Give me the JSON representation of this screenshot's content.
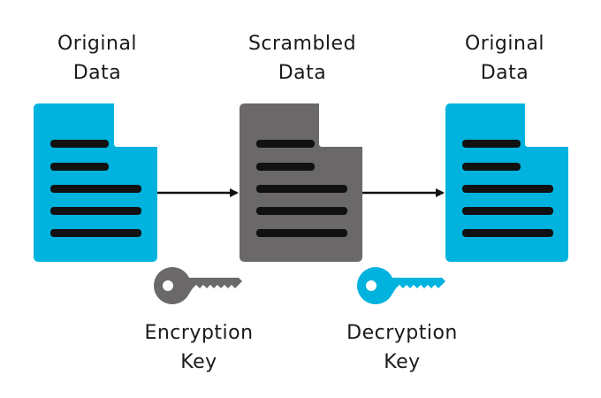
{
  "documents": [
    {
      "title_line1": "Original",
      "title_line2": "Data",
      "color": "#00b2de",
      "role": "plaintext"
    },
    {
      "title_line1": "Scrambled",
      "title_line2": "Data",
      "color": "#6b6869",
      "role": "ciphertext"
    },
    {
      "title_line1": "Original",
      "title_line2": "Data",
      "color": "#00b2de",
      "role": "plaintext"
    }
  ],
  "keys": [
    {
      "label_line1": "Encryption",
      "label_line2": "Key",
      "color": "#6b6869",
      "icon": "key-icon"
    },
    {
      "label_line1": "Decryption",
      "label_line2": "Key",
      "color": "#00b2de",
      "icon": "key-icon"
    }
  ],
  "colors": {
    "text": "#1a1a1a",
    "doc_lines": "#111111",
    "arrow": "#111111"
  }
}
